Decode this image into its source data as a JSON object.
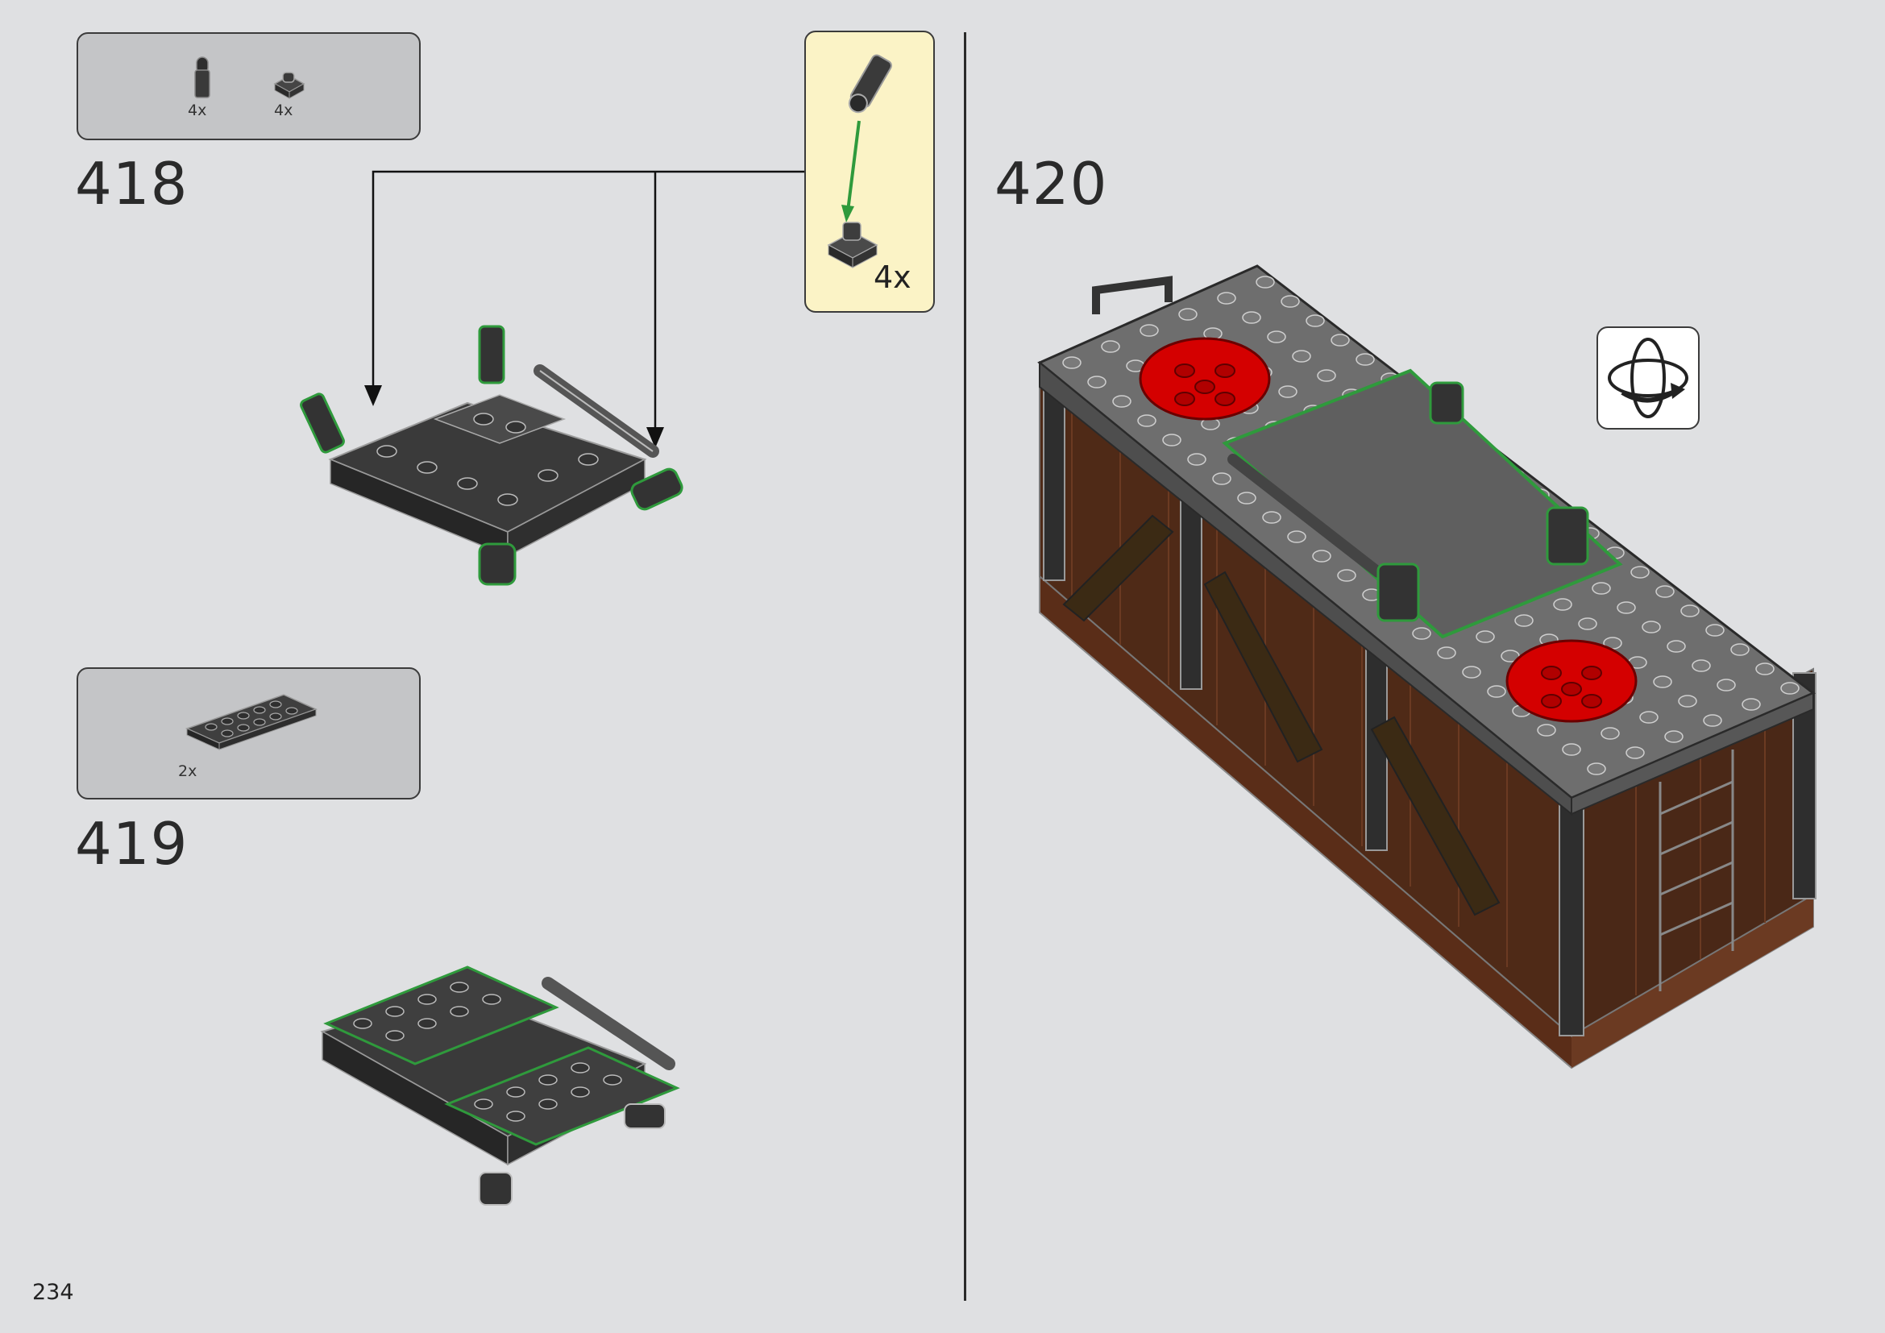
{
  "page_number": "234",
  "steps": [
    {
      "number": "418",
      "parts": [
        {
          "qty": "4x"
        },
        {
          "qty": "4x"
        }
      ],
      "sub_assembly": {
        "qty": "4x"
      }
    },
    {
      "number": "419",
      "parts": [
        {
          "qty": "2x"
        }
      ]
    },
    {
      "number": "420"
    }
  ],
  "icons": {
    "rotate": "rotate-model-icon"
  },
  "colors": {
    "background": "#dfe0e2",
    "parts_box": "#c4c5c7",
    "sub_box": "#fbf3c6",
    "brick_dark": "#3a3a3a",
    "brick_gray": "#6e6e6e",
    "highlight_green": "#2f9a3c",
    "red": "#d40000",
    "wood": "#5a2d18"
  }
}
